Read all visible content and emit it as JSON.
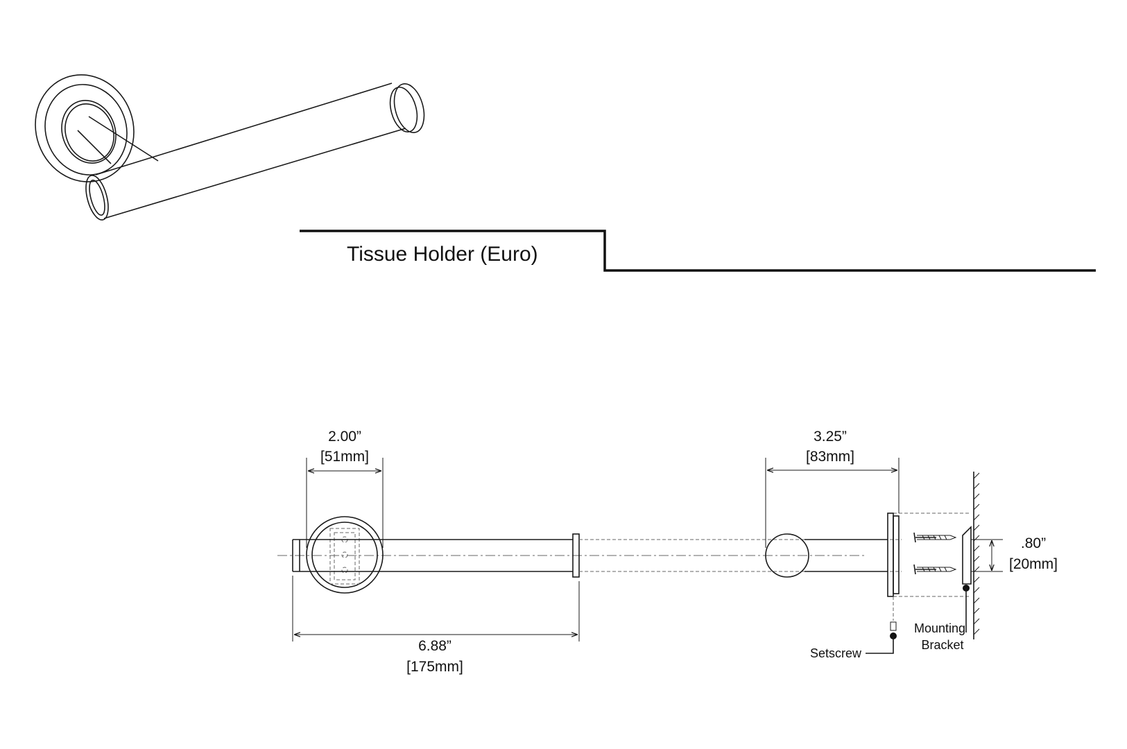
{
  "title": "Tissue Holder (Euro)",
  "dimensions": {
    "rosette_diameter": {
      "imperial": "2.00”",
      "metric": "[51mm]"
    },
    "overall_length": {
      "imperial": "6.88”",
      "metric": "[175mm]"
    },
    "projection": {
      "imperial": "3.25”",
      "metric": "[83mm]"
    },
    "bar_diameter": {
      "imperial": ".80”",
      "metric": "[20mm]"
    }
  },
  "callouts": {
    "setscrew": "Setscrew",
    "mounting_bracket_line1": "Mounting",
    "mounting_bracket_line2": "Bracket"
  }
}
